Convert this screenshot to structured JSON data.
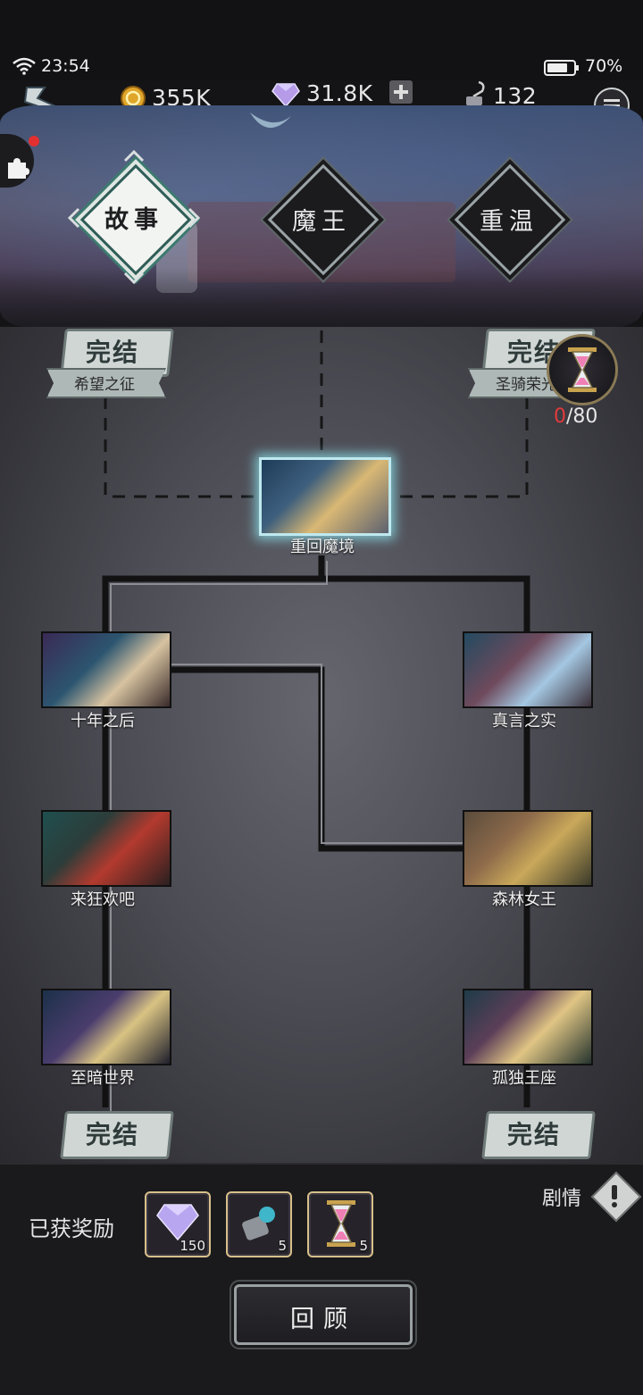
{
  "status_bar": {
    "time": "23:54",
    "battery": "70%"
  },
  "resources": {
    "gold": "355K",
    "gems": "31.8K",
    "ink": "132"
  },
  "tabs": [
    {
      "label": "故事",
      "active": true
    },
    {
      "label": "魔王",
      "active": false
    },
    {
      "label": "重温",
      "active": false
    }
  ],
  "hourglass": {
    "current": "0",
    "max": "/80"
  },
  "endings": {
    "top_left": {
      "badge": "完结",
      "title": "希望之征"
    },
    "top_right": {
      "badge": "完结",
      "title": "圣骑荣光"
    },
    "bottom_left": {
      "badge": "完结"
    },
    "bottom_right": {
      "badge": "完结"
    }
  },
  "nodes": {
    "center": "重回魔境",
    "left_1": "十年之后",
    "right_1": "真言之实",
    "left_2": "来狂欢吧",
    "right_2": "森林女王",
    "left_3": "至暗世界",
    "right_3": "孤独王座"
  },
  "footer": {
    "rewards_label": "已获奖励",
    "story_label": "剧情",
    "rewards": [
      {
        "icon": "gem-icon",
        "count": "150"
      },
      {
        "icon": "scroll-icon",
        "count": "5"
      },
      {
        "icon": "hourglass-icon",
        "count": "5"
      }
    ],
    "review_label": "回顾"
  },
  "colors": {
    "glow": "#8ce6f0",
    "accent_gold": "#d8c08a",
    "hourglass_red": "#e23b3b"
  }
}
